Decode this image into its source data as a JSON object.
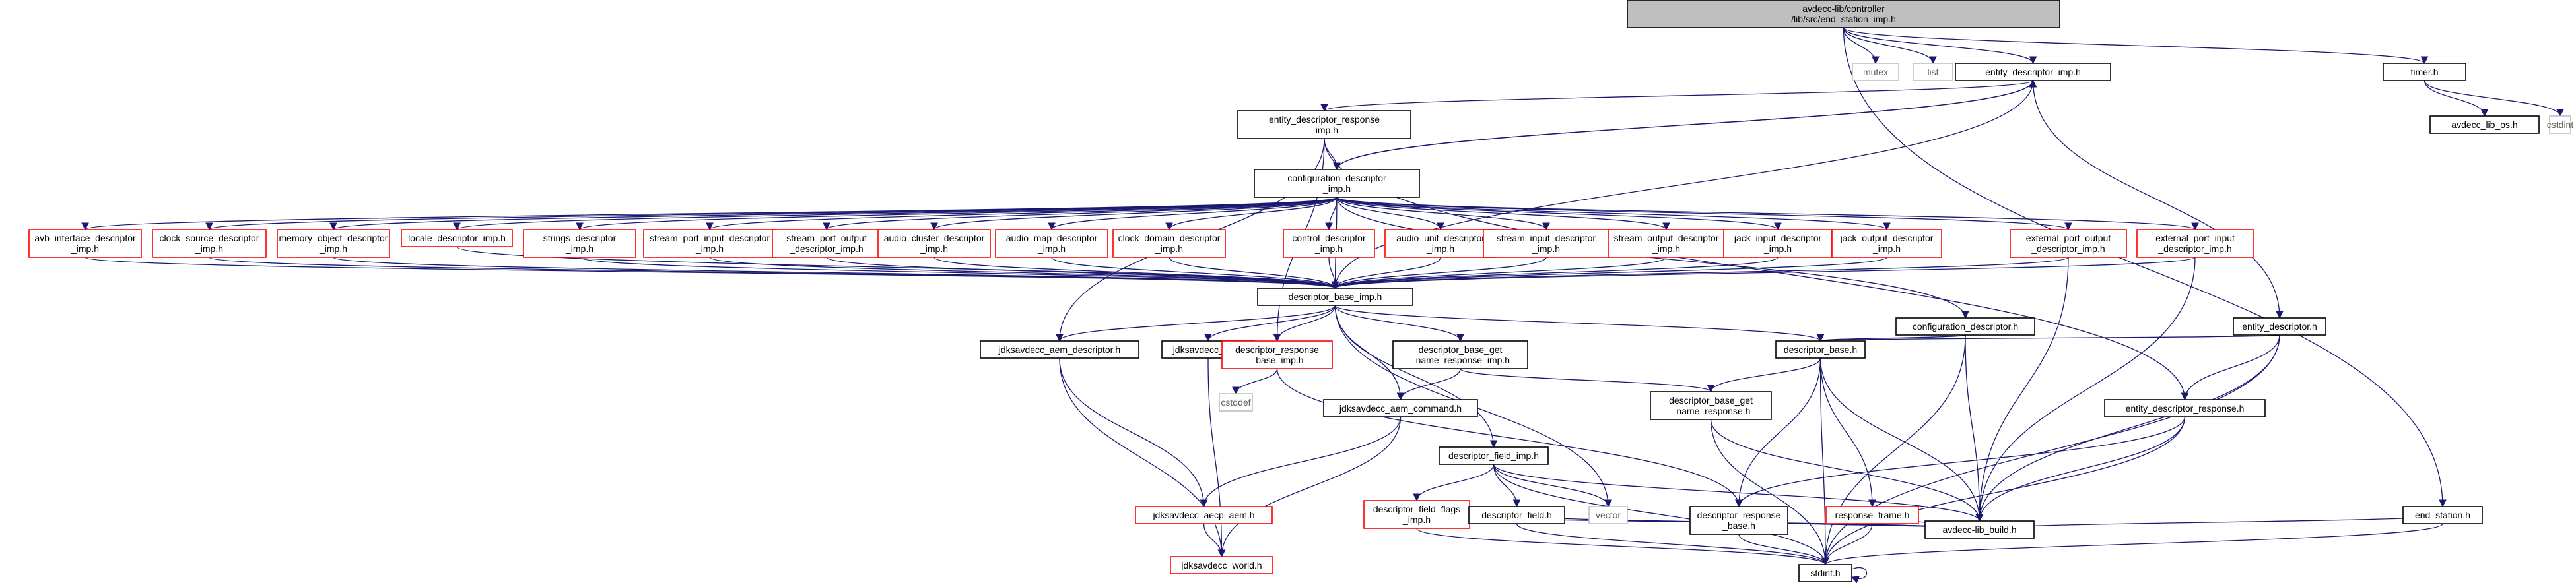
{
  "diagram": {
    "nodes": [
      {
        "id": "root",
        "lines": [
          "avdecc-lib/controller",
          "/lib/src/end_station_imp.h"
        ],
        "style": "root"
      },
      {
        "id": "mutex",
        "lines": [
          "mutex"
        ],
        "style": "gray"
      },
      {
        "id": "list",
        "lines": [
          "list"
        ],
        "style": "gray"
      },
      {
        "id": "entity_descriptor_imp",
        "lines": [
          "entity_descriptor_imp.h"
        ],
        "style": "black"
      },
      {
        "id": "timer",
        "lines": [
          "timer.h"
        ],
        "style": "black"
      },
      {
        "id": "avdecc_lib_os",
        "lines": [
          "avdecc_lib_os.h"
        ],
        "style": "black"
      },
      {
        "id": "cstdint",
        "lines": [
          "cstdint"
        ],
        "style": "gray"
      },
      {
        "id": "entity_descriptor_response_imp",
        "lines": [
          "entity_descriptor_response",
          "_imp.h"
        ],
        "style": "black"
      },
      {
        "id": "configuration_descriptor_imp",
        "lines": [
          "configuration_descriptor",
          "_imp.h"
        ],
        "style": "black"
      },
      {
        "id": "avb_interface",
        "lines": [
          "avb_interface_descriptor",
          "_imp.h"
        ],
        "style": "red"
      },
      {
        "id": "clock_source",
        "lines": [
          "clock_source_descriptor",
          "_imp.h"
        ],
        "style": "red"
      },
      {
        "id": "memory_object",
        "lines": [
          "memory_object_descriptor",
          "_imp.h"
        ],
        "style": "red"
      },
      {
        "id": "locale",
        "lines": [
          "locale_descriptor_imp.h"
        ],
        "style": "red"
      },
      {
        "id": "strings",
        "lines": [
          "strings_descriptor",
          "_imp.h"
        ],
        "style": "red"
      },
      {
        "id": "stream_port_input",
        "lines": [
          "stream_port_input_descriptor",
          "_imp.h"
        ],
        "style": "red"
      },
      {
        "id": "stream_port_output",
        "lines": [
          "stream_port_output",
          "_descriptor_imp.h"
        ],
        "style": "red"
      },
      {
        "id": "audio_cluster",
        "lines": [
          "audio_cluster_descriptor",
          "_imp.h"
        ],
        "style": "red"
      },
      {
        "id": "audio_map",
        "lines": [
          "audio_map_descriptor",
          "_imp.h"
        ],
        "style": "red"
      },
      {
        "id": "clock_domain",
        "lines": [
          "clock_domain_descriptor",
          "_imp.h"
        ],
        "style": "red"
      },
      {
        "id": "control",
        "lines": [
          "control_descriptor",
          "_imp.h"
        ],
        "style": "red"
      },
      {
        "id": "audio_unit",
        "lines": [
          "audio_unit_descriptor",
          "_imp.h"
        ],
        "style": "red"
      },
      {
        "id": "stream_input",
        "lines": [
          "stream_input_descriptor",
          "_imp.h"
        ],
        "style": "red"
      },
      {
        "id": "stream_output",
        "lines": [
          "stream_output_descriptor",
          "_imp.h"
        ],
        "style": "red"
      },
      {
        "id": "jack_input",
        "lines": [
          "jack_input_descriptor",
          "_imp.h"
        ],
        "style": "red"
      },
      {
        "id": "jack_output",
        "lines": [
          "jack_output_descriptor",
          "_imp.h"
        ],
        "style": "red"
      },
      {
        "id": "external_port_output",
        "lines": [
          "external_port_output",
          "_descriptor_imp.h"
        ],
        "style": "red"
      },
      {
        "id": "external_port_input",
        "lines": [
          "external_port_input",
          "_descriptor_imp.h"
        ],
        "style": "red"
      },
      {
        "id": "descriptor_base_imp",
        "lines": [
          "descriptor_base_imp.h"
        ],
        "style": "black"
      },
      {
        "id": "configuration_descriptor",
        "lines": [
          "configuration_descriptor.h"
        ],
        "style": "black"
      },
      {
        "id": "entity_descriptor",
        "lines": [
          "entity_descriptor.h"
        ],
        "style": "black"
      },
      {
        "id": "jdksavdecc_aem_descriptor",
        "lines": [
          "jdksavdecc_aem_descriptor.h"
        ],
        "style": "black"
      },
      {
        "id": "jdksavdecc_util",
        "lines": [
          "jdksavdecc_util.h"
        ],
        "style": "black"
      },
      {
        "id": "descriptor_response_base_imp",
        "lines": [
          "descriptor_response",
          "_base_imp.h"
        ],
        "style": "red"
      },
      {
        "id": "descriptor_base_get_name_response_imp",
        "lines": [
          "descriptor_base_get",
          "_name_response_imp.h"
        ],
        "style": "black"
      },
      {
        "id": "descriptor_base",
        "lines": [
          "descriptor_base.h"
        ],
        "style": "black"
      },
      {
        "id": "cstddef",
        "lines": [
          "cstddef"
        ],
        "style": "gray"
      },
      {
        "id": "jdksavdecc_aem_command",
        "lines": [
          "jdksavdecc_aem_command.h"
        ],
        "style": "black"
      },
      {
        "id": "descriptor_field_imp",
        "lines": [
          "descriptor_field_imp.h"
        ],
        "style": "black"
      },
      {
        "id": "descriptor_base_get_name_response",
        "lines": [
          "descriptor_base_get",
          "_name_response.h"
        ],
        "style": "black"
      },
      {
        "id": "entity_descriptor_response",
        "lines": [
          "entity_descriptor_response.h"
        ],
        "style": "black"
      },
      {
        "id": "descriptor_field_flags_imp",
        "lines": [
          "descriptor_field_flags",
          "_imp.h"
        ],
        "style": "red"
      },
      {
        "id": "descriptor_field",
        "lines": [
          "descriptor_field.h"
        ],
        "style": "black"
      },
      {
        "id": "vector",
        "lines": [
          "vector"
        ],
        "style": "gray"
      },
      {
        "id": "descriptor_response_base",
        "lines": [
          "descriptor_response",
          "_base.h"
        ],
        "style": "black"
      },
      {
        "id": "response_frame",
        "lines": [
          "response_frame.h"
        ],
        "style": "red"
      },
      {
        "id": "end_station",
        "lines": [
          "end_station.h"
        ],
        "style": "black"
      },
      {
        "id": "jdksavdecc_aecp_aem",
        "lines": [
          "jdksavdecc_aecp_aem.h"
        ],
        "style": "red"
      },
      {
        "id": "avdecc_lib_build",
        "lines": [
          "avdecc-lib_build.h"
        ],
        "style": "black"
      },
      {
        "id": "jdksavdecc_world",
        "lines": [
          "jdksavdecc_world.h"
        ],
        "style": "red"
      },
      {
        "id": "stdint",
        "lines": [
          "stdint.h"
        ],
        "style": "black"
      }
    ],
    "edges": [
      [
        "root",
        "mutex"
      ],
      [
        "root",
        "list"
      ],
      [
        "root",
        "entity_descriptor_imp"
      ],
      [
        "root",
        "timer"
      ],
      [
        "root",
        "end_station"
      ],
      [
        "timer",
        "avdecc_lib_os"
      ],
      [
        "timer",
        "cstdint"
      ],
      [
        "entity_descriptor_imp",
        "entity_descriptor_response_imp"
      ],
      [
        "entity_descriptor_imp",
        "configuration_descriptor_imp"
      ],
      [
        "entity_descriptor_imp",
        "descriptor_base_imp"
      ],
      [
        "entity_descriptor_imp",
        "entity_descriptor"
      ],
      [
        "entity_descriptor_response_imp",
        "configuration_descriptor_imp"
      ],
      [
        "entity_descriptor_response_imp",
        "descriptor_response_base_imp"
      ],
      [
        "entity_descriptor_response_imp",
        "jdksavdecc_aem_descriptor"
      ],
      [
        "entity_descriptor_response_imp",
        "entity_descriptor_response"
      ],
      [
        "configuration_descriptor_imp",
        "entity_descriptor_imp"
      ],
      [
        "configuration_descriptor_imp",
        "avb_interface"
      ],
      [
        "configuration_descriptor_imp",
        "clock_source"
      ],
      [
        "configuration_descriptor_imp",
        "memory_object"
      ],
      [
        "configuration_descriptor_imp",
        "locale"
      ],
      [
        "configuration_descriptor_imp",
        "strings"
      ],
      [
        "configuration_descriptor_imp",
        "stream_port_input"
      ],
      [
        "configuration_descriptor_imp",
        "stream_port_output"
      ],
      [
        "configuration_descriptor_imp",
        "audio_cluster"
      ],
      [
        "configuration_descriptor_imp",
        "audio_map"
      ],
      [
        "configuration_descriptor_imp",
        "clock_domain"
      ],
      [
        "configuration_descriptor_imp",
        "control"
      ],
      [
        "configuration_descriptor_imp",
        "audio_unit"
      ],
      [
        "configuration_descriptor_imp",
        "stream_input"
      ],
      [
        "configuration_descriptor_imp",
        "stream_output"
      ],
      [
        "configuration_descriptor_imp",
        "jack_input"
      ],
      [
        "configuration_descriptor_imp",
        "jack_output"
      ],
      [
        "configuration_descriptor_imp",
        "external_port_output"
      ],
      [
        "configuration_descriptor_imp",
        "external_port_input"
      ],
      [
        "configuration_descriptor_imp",
        "descriptor_base_imp"
      ],
      [
        "configuration_descriptor_imp",
        "configuration_descriptor"
      ],
      [
        "avb_interface",
        "descriptor_base_imp"
      ],
      [
        "clock_source",
        "descriptor_base_imp"
      ],
      [
        "memory_object",
        "descriptor_base_imp"
      ],
      [
        "locale",
        "descriptor_base_imp"
      ],
      [
        "strings",
        "descriptor_base_imp"
      ],
      [
        "stream_port_input",
        "descriptor_base_imp"
      ],
      [
        "stream_port_output",
        "descriptor_base_imp"
      ],
      [
        "audio_cluster",
        "descriptor_base_imp"
      ],
      [
        "audio_map",
        "descriptor_base_imp"
      ],
      [
        "clock_domain",
        "descriptor_base_imp"
      ],
      [
        "control",
        "descriptor_base_imp"
      ],
      [
        "audio_unit",
        "descriptor_base_imp"
      ],
      [
        "stream_input",
        "descriptor_base_imp"
      ],
      [
        "stream_output",
        "descriptor_base_imp"
      ],
      [
        "jack_input",
        "descriptor_base_imp"
      ],
      [
        "jack_output",
        "descriptor_base_imp"
      ],
      [
        "external_port_output",
        "descriptor_base_imp"
      ],
      [
        "external_port_input",
        "descriptor_base_imp"
      ],
      [
        "external_port_output",
        "avdecc_lib_build"
      ],
      [
        "external_port_input",
        "avdecc_lib_build"
      ],
      [
        "descriptor_base_imp",
        "jdksavdecc_aem_descriptor"
      ],
      [
        "descriptor_base_imp",
        "jdksavdecc_util"
      ],
      [
        "descriptor_base_imp",
        "descriptor_response_base_imp"
      ],
      [
        "descriptor_base_imp",
        "descriptor_base_get_name_response_imp"
      ],
      [
        "descriptor_base_imp",
        "descriptor_base"
      ],
      [
        "descriptor_base_imp",
        "jdksavdecc_aem_command"
      ],
      [
        "descriptor_base_imp",
        "descriptor_field_imp"
      ],
      [
        "descriptor_base_imp",
        "vector"
      ],
      [
        "configuration_descriptor",
        "descriptor_base"
      ],
      [
        "configuration_descriptor",
        "avdecc_lib_build"
      ],
      [
        "configuration_descriptor",
        "stdint"
      ],
      [
        "entity_descriptor",
        "descriptor_base"
      ],
      [
        "entity_descriptor",
        "entity_descriptor_response"
      ],
      [
        "entity_descriptor",
        "avdecc_lib_build"
      ],
      [
        "entity_descriptor",
        "stdint"
      ],
      [
        "jdksavdecc_aem_descriptor",
        "jdksavdecc_aecp_aem"
      ],
      [
        "jdksavdecc_aem_descriptor",
        "jdksavdecc_world"
      ],
      [
        "jdksavdecc_util",
        "jdksavdecc_world"
      ],
      [
        "descriptor_response_base_imp",
        "cstddef"
      ],
      [
        "descriptor_response_base_imp",
        "descriptor_response_base"
      ],
      [
        "descriptor_base_get_name_response_imp",
        "jdksavdecc_aem_command"
      ],
      [
        "descriptor_base_get_name_response_imp",
        "descriptor_base_get_name_response"
      ],
      [
        "descriptor_base",
        "descriptor_base_get_name_response"
      ],
      [
        "descriptor_base",
        "descriptor_response_base"
      ],
      [
        "descriptor_base",
        "response_frame"
      ],
      [
        "descriptor_base",
        "avdecc_lib_build"
      ],
      [
        "descriptor_base",
        "stdint"
      ],
      [
        "jdksavdecc_aem_command",
        "jdksavdecc_aecp_aem"
      ],
      [
        "jdksavdecc_aem_command",
        "jdksavdecc_world"
      ],
      [
        "jdksavdecc_aecp_aem",
        "jdksavdecc_world"
      ],
      [
        "descriptor_field_imp",
        "descriptor_field_flags_imp"
      ],
      [
        "descriptor_field_imp",
        "descriptor_field"
      ],
      [
        "descriptor_field_imp",
        "vector"
      ],
      [
        "descriptor_field_imp",
        "avdecc_lib_build"
      ],
      [
        "descriptor_field_imp",
        "stdint"
      ],
      [
        "descriptor_field_flags_imp",
        "avdecc_lib_build"
      ],
      [
        "descriptor_field_flags_imp",
        "stdint"
      ],
      [
        "descriptor_field",
        "avdecc_lib_build"
      ],
      [
        "descriptor_field",
        "stdint"
      ],
      [
        "descriptor_base_get_name_response",
        "avdecc_lib_build"
      ],
      [
        "descriptor_base_get_name_response",
        "stdint"
      ],
      [
        "entity_descriptor_response",
        "descriptor_response_base"
      ],
      [
        "entity_descriptor_response",
        "avdecc_lib_build"
      ],
      [
        "entity_descriptor_response",
        "stdint"
      ],
      [
        "descriptor_response_base",
        "avdecc_lib_build"
      ],
      [
        "descriptor_response_base",
        "stdint"
      ],
      [
        "response_frame",
        "avdecc_lib_build"
      ],
      [
        "response_frame",
        "stdint"
      ],
      [
        "end_station",
        "avdecc_lib_build"
      ],
      [
        "end_station",
        "stdint"
      ],
      [
        "stdint",
        "stdint"
      ]
    ]
  }
}
